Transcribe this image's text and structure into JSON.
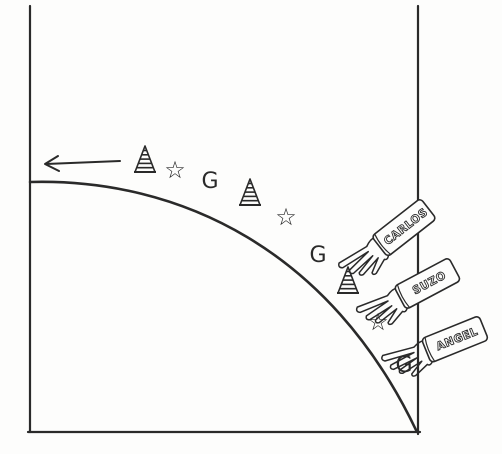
{
  "diagram": {
    "symbols": [
      "tree",
      "star",
      "G",
      "tree",
      "star",
      "G",
      "tree",
      "star",
      "G"
    ],
    "glyphs": {
      "star": "☆",
      "G": "G"
    },
    "hands": [
      {
        "label": "CARLOS"
      },
      {
        "label": "SUZO"
      },
      {
        "label": "ANGEL"
      }
    ],
    "arrow_direction": "left",
    "colors": {
      "ink": "#2a2a2a",
      "paper": "#fdfdfc"
    }
  }
}
